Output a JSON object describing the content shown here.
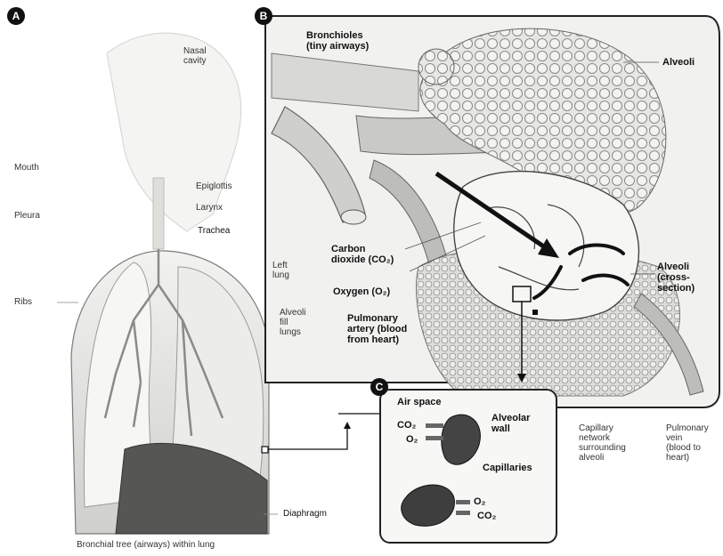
{
  "panel_a": {
    "badge": "A",
    "labels": {
      "nasal_cavity": "Nasal\ncavity",
      "mouth": "Mouth",
      "epiglottis": "Epiglottis",
      "larynx": "Larynx",
      "pleura": "Pleura",
      "trachea": "Trachea",
      "left_lung": "Left\nlung",
      "ribs": "Ribs",
      "alveoli_fill_lungs": "Alveoli\nfill\nlungs",
      "diaphragm": "Diaphragm",
      "caption": "Bronchial tree (airways) within lung"
    }
  },
  "panel_b": {
    "badge": "B",
    "labels": {
      "bronchioles": "Bronchioles\n(tiny airways)",
      "alveoli": "Alveoli",
      "carbon_dioxide": "Carbon\ndioxide (CO₂)",
      "oxygen": "Oxygen (O₂)",
      "alveoli_cross_section": "Alveoli\n(cross-\nsection)",
      "pulmonary_artery": "Pulmonary\nartery (blood\nfrom heart)",
      "capillary_network": "Capillary\nnetwork\nsurrounding\nalveoli",
      "pulmonary_vein": "Pulmonary\nvein\n(blood to\nheart)"
    }
  },
  "panel_c": {
    "badge": "C",
    "labels": {
      "air_space": "Air space",
      "co2_top": "CO₂",
      "o2_top": "O₂",
      "alveolar_wall": "Alveolar\nwall",
      "capillaries": "Capillaries",
      "o2_bottom": "O₂",
      "co2_bottom": "CO₂"
    }
  },
  "colors": {
    "ink": "#111111",
    "tissue": "#d9d9d6",
    "vessel": "#bdbdbd",
    "dark_tissue": "#3a3a3a"
  }
}
